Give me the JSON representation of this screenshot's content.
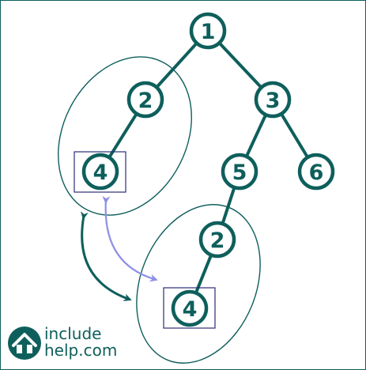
{
  "diagram": {
    "colors": {
      "node_stroke": "#0e5f5c",
      "node_fill": "#ffffff",
      "node_text": "#0e5f5c",
      "edge": "#0e5f5c",
      "ellipse": "#0e5f5c",
      "highlight_box": "#2c2c78",
      "arrow_dark": "#0e5f5c",
      "arrow_light": "#8e90e6",
      "frame": "#0e5f5c"
    },
    "tree": {
      "nodes": [
        {
          "id": "n1",
          "label": "1"
        },
        {
          "id": "n2",
          "label": "2"
        },
        {
          "id": "n3",
          "label": "3"
        },
        {
          "id": "n4",
          "label": "4"
        },
        {
          "id": "n5",
          "label": "5"
        },
        {
          "id": "n6",
          "label": "6"
        },
        {
          "id": "n7",
          "label": "2"
        },
        {
          "id": "n8",
          "label": "4"
        }
      ],
      "edges": [
        [
          "n1",
          "n2"
        ],
        [
          "n1",
          "n3"
        ],
        [
          "n2",
          "n4"
        ],
        [
          "n3",
          "n5"
        ],
        [
          "n3",
          "n6"
        ],
        [
          "n5",
          "n7"
        ],
        [
          "n7",
          "n8"
        ]
      ]
    },
    "logo": {
      "line1": "include",
      "line2": "help.com",
      "icon": "house-icon"
    }
  }
}
